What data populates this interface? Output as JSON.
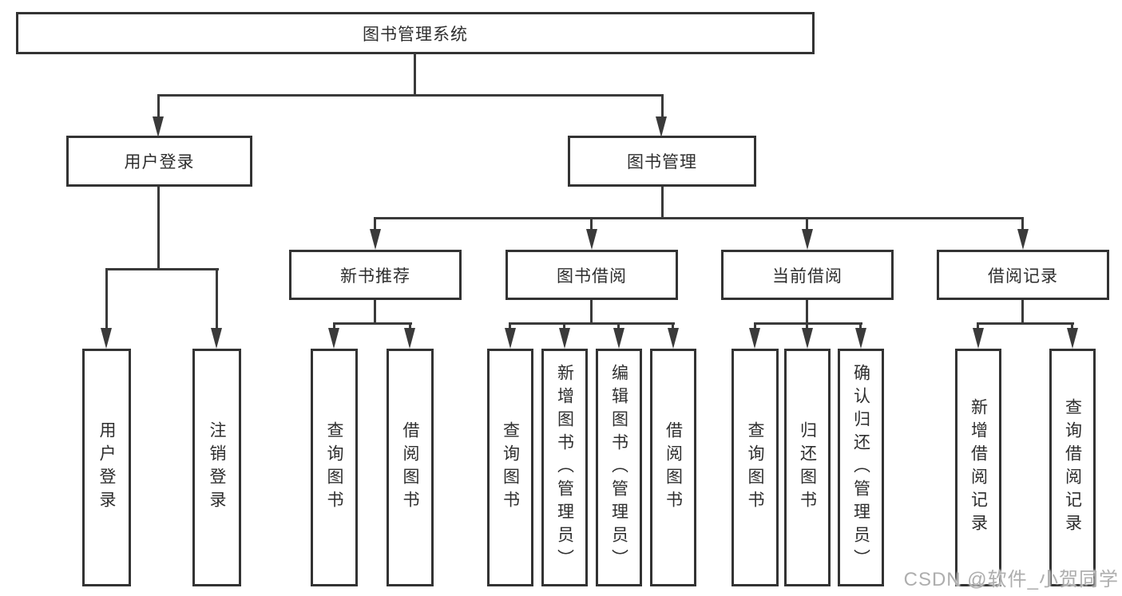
{
  "diagram": {
    "root": {
      "label": "图书管理系统"
    },
    "level2": [
      {
        "label": "用户登录"
      },
      {
        "label": "图书管理"
      }
    ],
    "level3": [
      {
        "label": "新书推荐"
      },
      {
        "label": "图书借阅"
      },
      {
        "label": "当前借阅"
      },
      {
        "label": "借阅记录"
      }
    ],
    "leaves": {
      "user_login": [
        "用户登录",
        "注销登录"
      ],
      "new_book_recommend": [
        "查询图书",
        "借阅图书"
      ],
      "book_borrow": [
        "查询图书",
        "新增图书（管理员）",
        "编辑图书（管理员）",
        "借阅图书"
      ],
      "current_borrow": [
        "查询图书",
        "归还图书",
        "确认归还（管理员）"
      ],
      "borrow_records": [
        "新增借阅记录",
        "查询借阅记录"
      ]
    }
  },
  "watermark": {
    "text": "CSDN @软件_小贺同学"
  },
  "colors": {
    "line": "#3a3a3a",
    "border": "#333333",
    "text": "#2e2e2e",
    "background": "#ffffff",
    "watermark": "#aeaeae"
  }
}
